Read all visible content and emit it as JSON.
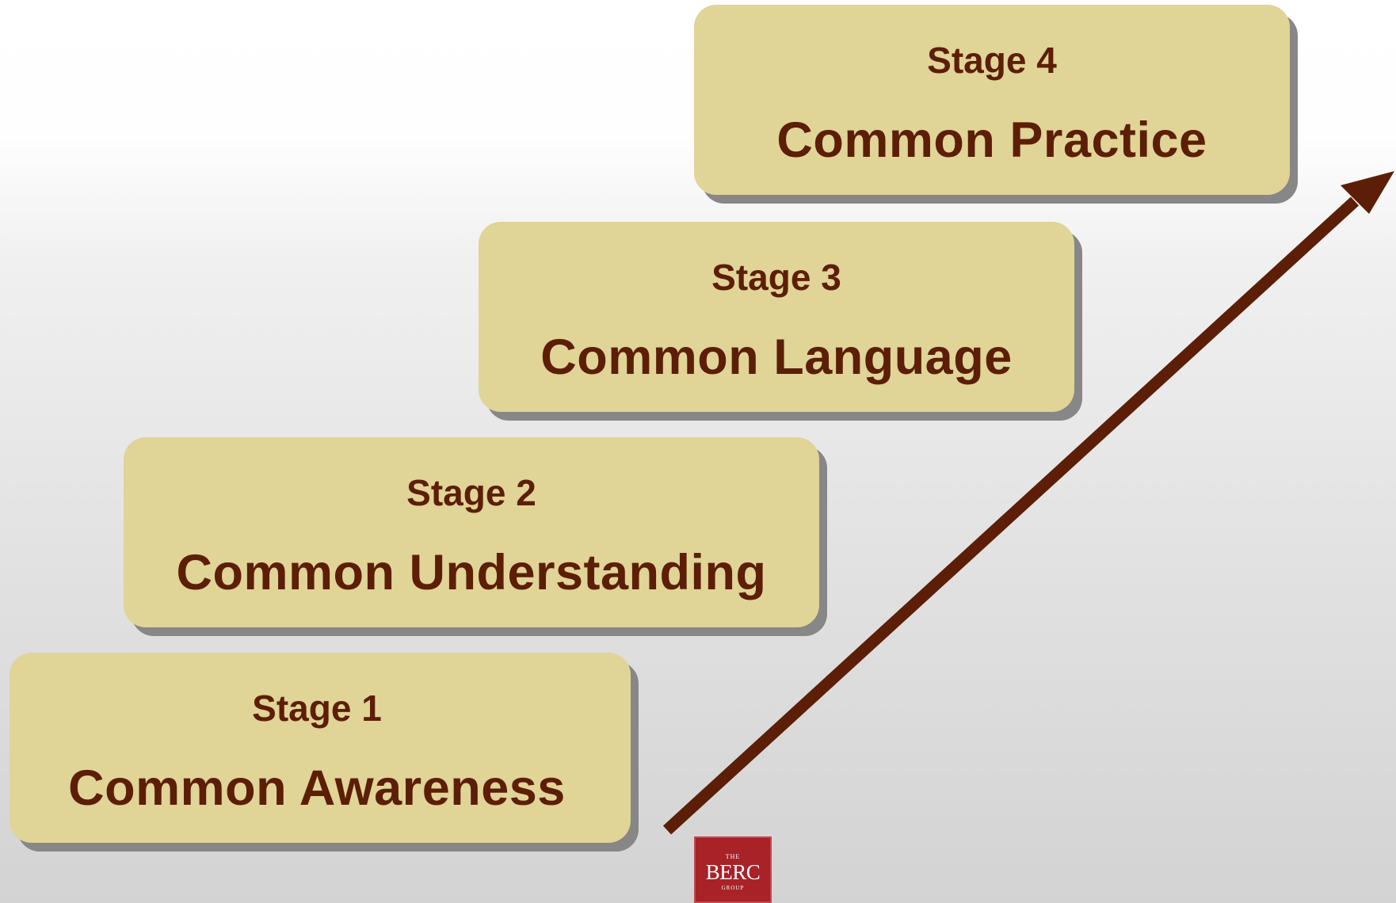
{
  "stages": [
    {
      "number": "Stage 1",
      "name": "Common Awareness"
    },
    {
      "number": "Stage 2",
      "name": "Common Understanding"
    },
    {
      "number": "Stage 3",
      "name": "Common Language"
    },
    {
      "number": "Stage 4",
      "name": "Common Practice"
    }
  ],
  "logo": {
    "top_text": "THE",
    "main_text": "BERC",
    "bottom_text": "GROUP"
  },
  "colors": {
    "box_fill": "#e0d497",
    "box_shadow": "#878787",
    "text": "#5c1e06",
    "arrow": "#5c1e06",
    "logo_bg": "#a82228"
  },
  "icons": {
    "arrow": "growth-arrow",
    "logo": "berc-group-logo"
  }
}
